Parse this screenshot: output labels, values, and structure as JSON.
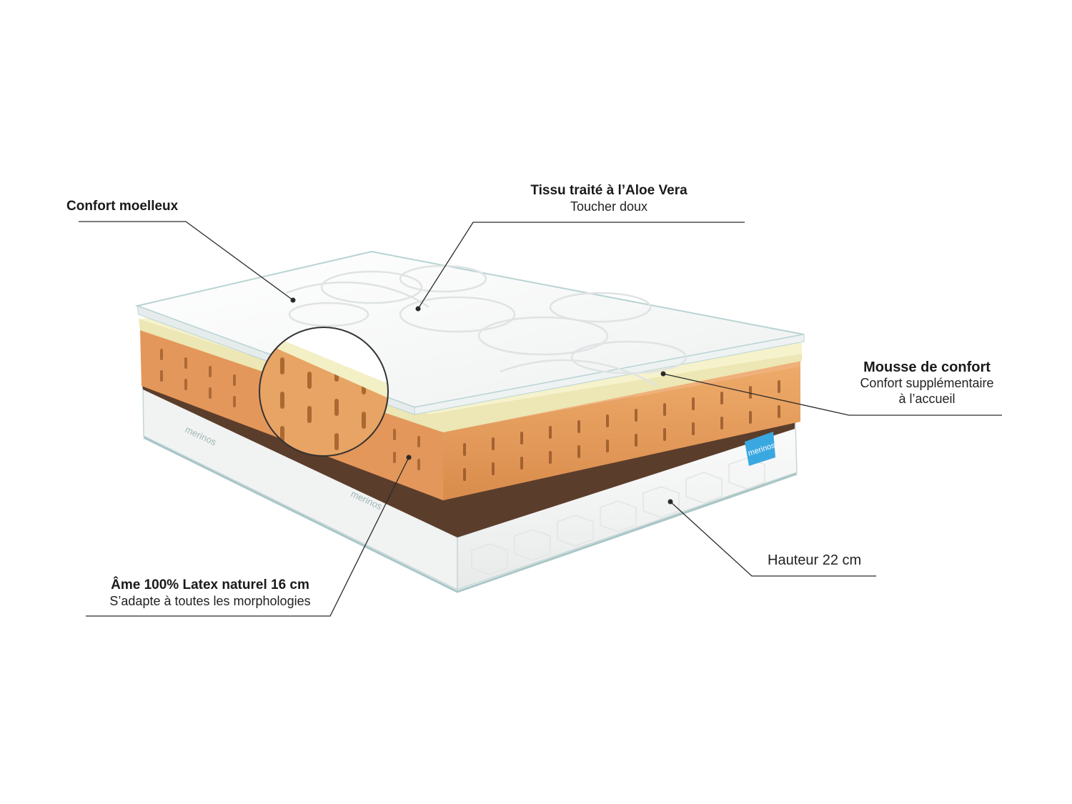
{
  "callouts": {
    "confort_moelleux": {
      "title": "Confort moelleux"
    },
    "tissu": {
      "title": "Tissu traité à l’Aloe Vera",
      "subtitle": "Toucher doux"
    },
    "mousse": {
      "title": "Mousse de confort",
      "subtitle_line1": "Confort supplémentaire",
      "subtitle_line2": "à l’accueil"
    },
    "ame": {
      "title": "Âme 100% Latex naturel 16 cm",
      "subtitle": "S’adapte à toutes les morphologies"
    },
    "hauteur": {
      "text": "Hauteur 22 cm"
    }
  },
  "brand": {
    "side_logo_1": "merinos",
    "side_logo_2": "merinos",
    "tag_logo": "merinos"
  },
  "colors": {
    "background": "#ffffff",
    "latex_core": "#e9a060",
    "comfort_foam": "#f3f0c6",
    "brown_band": "#5b3d2b",
    "base_cover": "#f7f8f8",
    "tag_blue": "#3aa8e0",
    "leader_line": "#2a2a2a"
  }
}
